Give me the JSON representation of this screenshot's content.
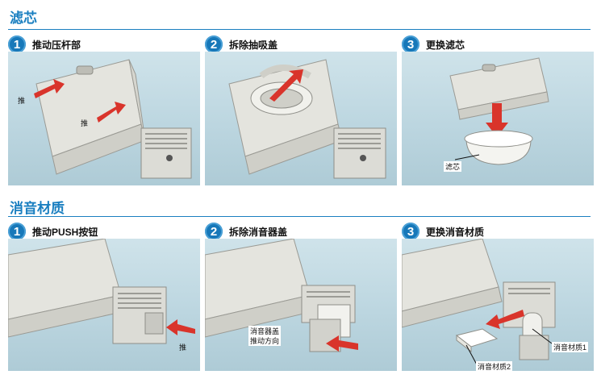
{
  "sections": [
    {
      "title": "滤芯",
      "steps": [
        {
          "number": "1",
          "title": "推动压杆部",
          "labels": {
            "a": "推",
            "b": "推"
          }
        },
        {
          "number": "2",
          "title": "拆除抽吸盖"
        },
        {
          "number": "3",
          "title": "更换滤芯",
          "labels": {
            "a": "滤芯"
          }
        }
      ]
    },
    {
      "title": "消音材质",
      "steps": [
        {
          "number": "1",
          "title": "推动PUSH按钮",
          "labels": {
            "a": "推"
          }
        },
        {
          "number": "2",
          "title": "拆除消音器盖",
          "labels": {
            "a": "消音器盖",
            "b": "推动方向"
          }
        },
        {
          "number": "3",
          "title": "更换消音材质",
          "labels": {
            "a": "消音材质1",
            "b": "消音材质2"
          }
        }
      ]
    }
  ],
  "colors": {
    "accent": "#1a7fc0",
    "arrow": "#d9342b",
    "panel_bg": "#c3dbe4",
    "part": "#e2e2dc"
  }
}
